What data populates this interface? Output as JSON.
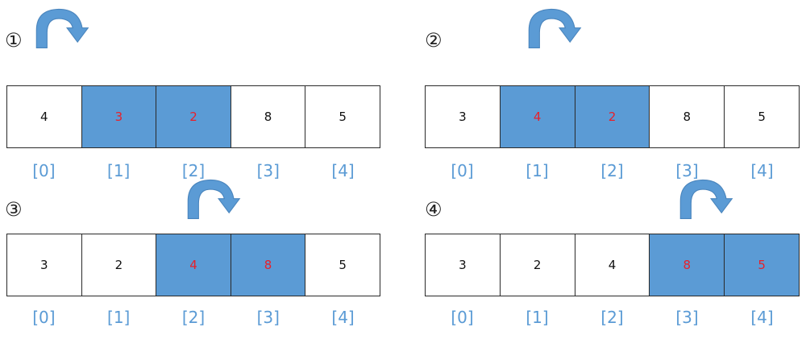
{
  "panels": [
    {
      "step": "①",
      "cells": [
        {
          "value": "4",
          "highlight": false
        },
        {
          "value": "3",
          "highlight": true
        },
        {
          "value": "2",
          "highlight": true
        },
        {
          "value": "8",
          "highlight": false
        },
        {
          "value": "5",
          "highlight": false
        }
      ],
      "indices": [
        "[0]",
        "[1]",
        "[2]",
        "[3]",
        "[4]"
      ]
    },
    {
      "step": "②",
      "cells": [
        {
          "value": "3",
          "highlight": false
        },
        {
          "value": "4",
          "highlight": true
        },
        {
          "value": "2",
          "highlight": true
        },
        {
          "value": "8",
          "highlight": false
        },
        {
          "value": "5",
          "highlight": false
        }
      ],
      "indices": [
        "[0]",
        "[1]",
        "[2]",
        "[3]",
        "[4]"
      ]
    },
    {
      "step": "③",
      "cells": [
        {
          "value": "3",
          "highlight": false
        },
        {
          "value": "2",
          "highlight": false
        },
        {
          "value": "4",
          "highlight": true
        },
        {
          "value": "8",
          "highlight": true
        },
        {
          "value": "5",
          "highlight": false
        }
      ],
      "indices": [
        "[0]",
        "[1]",
        "[2]",
        "[3]",
        "[4]"
      ]
    },
    {
      "step": "④",
      "cells": [
        {
          "value": "3",
          "highlight": false
        },
        {
          "value": "2",
          "highlight": false
        },
        {
          "value": "4",
          "highlight": false
        },
        {
          "value": "8",
          "highlight": true
        },
        {
          "value": "5",
          "highlight": true
        }
      ],
      "indices": [
        "[0]",
        "[1]",
        "[2]",
        "[3]",
        "[4]"
      ]
    }
  ],
  "colors": {
    "highlight_fill": "#5b9bd5",
    "highlight_text": "#e8202a",
    "index_text": "#5b9bd5"
  }
}
